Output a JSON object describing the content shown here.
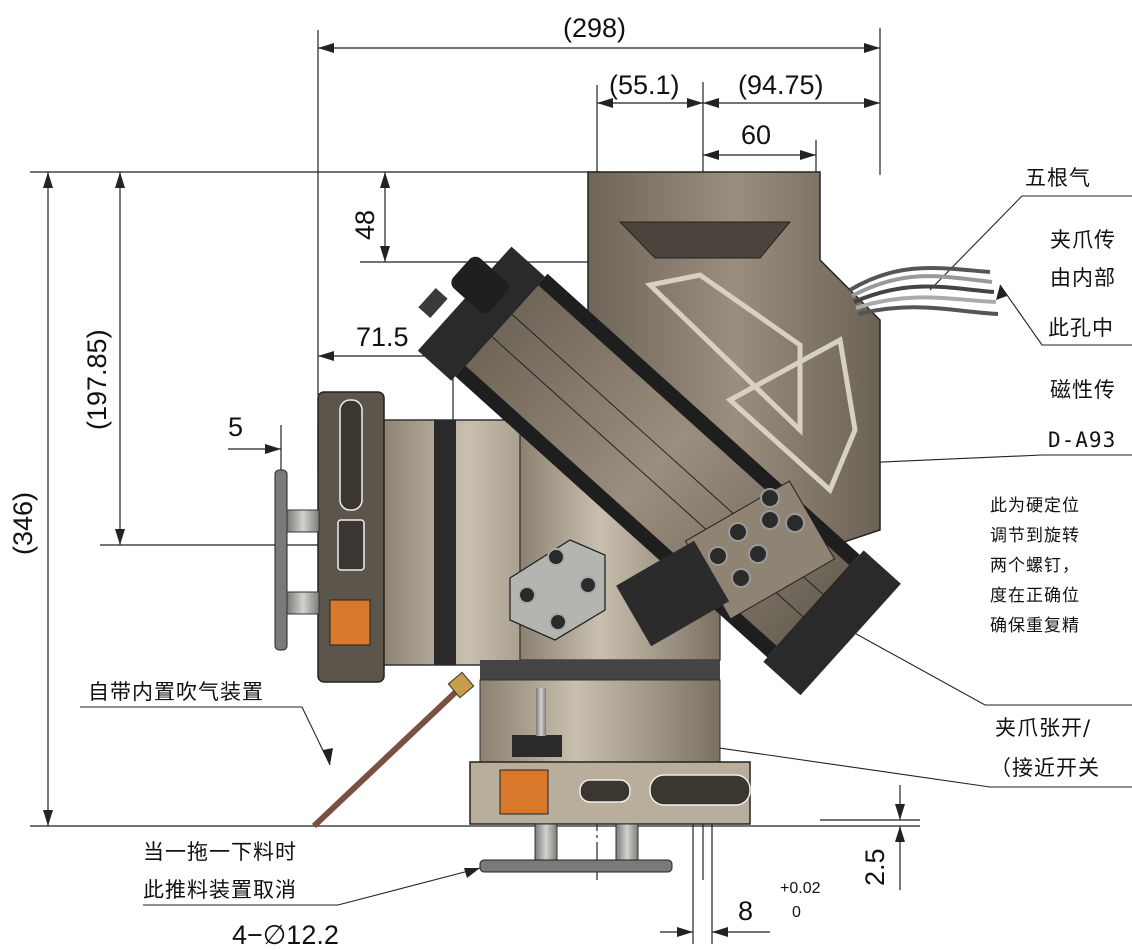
{
  "dimensions": {
    "width_total": "(298)",
    "width_left": "(55.1)",
    "width_right": "(94.75)",
    "width_60": "60",
    "height_48": "48",
    "height_197": "(197.85)",
    "height_346": "(346)",
    "offset_71": "71.5",
    "offset_5": "5",
    "offset_2_5": "2.5",
    "slot_8": "8",
    "tol_upper": "+0.02",
    "tol_lower": "0",
    "hole_callout": "4−∅12.2"
  },
  "notes": {
    "cables": "五根气",
    "sensor_1": "夹爪传",
    "sensor_2": "由内部",
    "sensor_3": "此孔中",
    "magnetic_1": "磁性传",
    "magnetic_2": "D-A93",
    "stop_1": "此为硬定位",
    "stop_2": "调节到旋转",
    "stop_3": "两个螺钉，",
    "stop_4": "度在正确位",
    "stop_5": "确保重复精",
    "blow": "自带内置吹气装置",
    "open_1": "夹爪张开/",
    "open_2": "（接近开关",
    "push_1": "当一拖一下料时",
    "push_2": "此推料装置取消"
  },
  "colors": {
    "body": "#8a7d6e",
    "body_dark": "#5e564c",
    "body_light": "#b3a897",
    "steel": "#a9a9a6",
    "black": "#1e1e1e",
    "orange": "#d9782b",
    "line": "#222222"
  }
}
